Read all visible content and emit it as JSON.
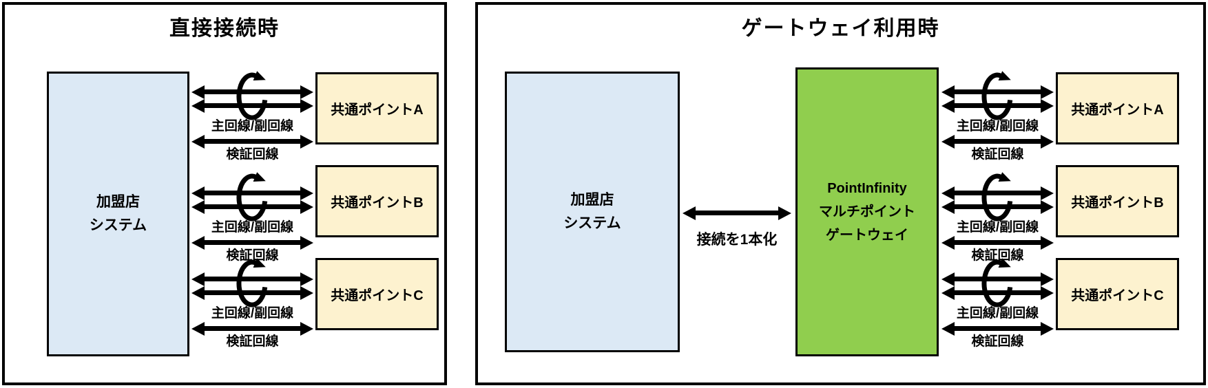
{
  "left_panel": {
    "title": "直接接続時",
    "merchant_box": {
      "line1": "加盟店",
      "line2": "システム"
    },
    "rows": [
      {
        "target": "共通ポイントA",
        "primary_label": "主回線/副回線",
        "verify_label": "検証回線"
      },
      {
        "target": "共通ポイントB",
        "primary_label": "主回線/副回線",
        "verify_label": "検証回線"
      },
      {
        "target": "共通ポイントC",
        "primary_label": "主回線/副回線",
        "verify_label": "検証回線"
      }
    ]
  },
  "right_panel": {
    "title": "ゲートウェイ利用時",
    "merchant_box": {
      "line1": "加盟店",
      "line2": "システム"
    },
    "gateway_box": {
      "line1": "PointInfinity",
      "line2": "マルチポイント",
      "line3": "ゲートウェイ"
    },
    "consolidation_label": "接続を1本化",
    "rows": [
      {
        "target": "共通ポイントA",
        "primary_label": "主回線/副回線",
        "verify_label": "検証回線"
      },
      {
        "target": "共通ポイントB",
        "primary_label": "主回線/副回線",
        "verify_label": "検証回線"
      },
      {
        "target": "共通ポイントC",
        "primary_label": "主回線/副回線",
        "verify_label": "検証回線"
      }
    ]
  },
  "icons": {
    "loop": "loop-arrow-icon",
    "double_arrow": "double-headed-arrow"
  },
  "colors": {
    "merchant-fill": "#dce9f5",
    "point-fill": "#fdf2cf",
    "gateway-fill": "#90ce4e",
    "border-color": "#000000"
  }
}
